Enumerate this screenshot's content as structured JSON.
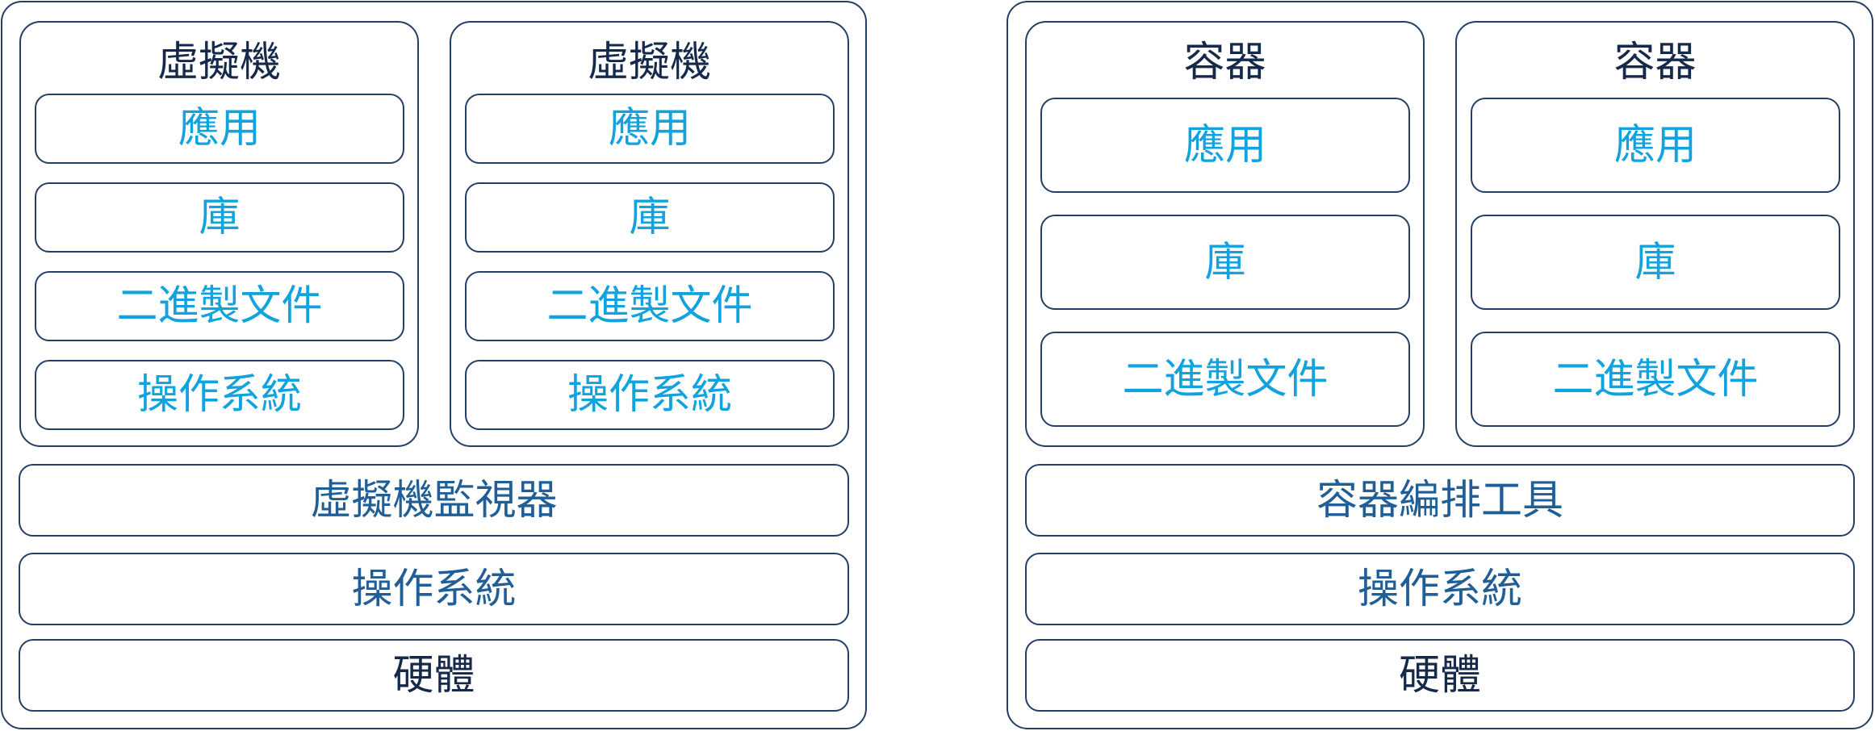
{
  "colors": {
    "border": "#243f66",
    "inner_text": "#12a3df",
    "middle_text": "#1f5e96",
    "dark_text": "#15294a"
  },
  "vm_side": {
    "columns": [
      {
        "title": "虛擬機",
        "layers": [
          "應用",
          "庫",
          "二進製文件",
          "操作系統"
        ]
      },
      {
        "title": "虛擬機",
        "layers": [
          "應用",
          "庫",
          "二進製文件",
          "操作系統"
        ]
      }
    ],
    "hypervisor": "虛擬機監視器",
    "os": "操作系統",
    "hardware": "硬體"
  },
  "container_side": {
    "columns": [
      {
        "title": "容器",
        "layers": [
          "應用",
          "庫",
          "二進製文件"
        ]
      },
      {
        "title": "容器",
        "layers": [
          "應用",
          "庫",
          "二進製文件"
        ]
      }
    ],
    "orchestrator": "容器編排工具",
    "os": "操作系統",
    "hardware": "硬體"
  }
}
